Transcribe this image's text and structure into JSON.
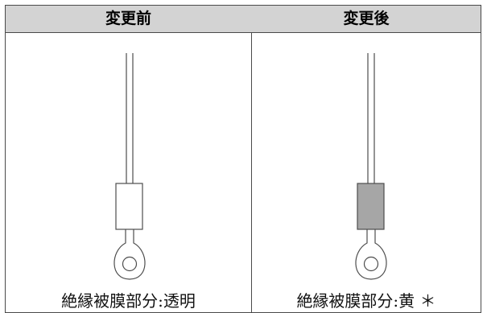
{
  "table": {
    "before": {
      "header": "変更前",
      "caption": "絶縁被膜部分:透明",
      "sleeve_fill": "#ffffff"
    },
    "after": {
      "header": "変更後",
      "caption": "絶縁被膜部分:黄 ＊",
      "sleeve_fill": "#a6a6a6"
    }
  }
}
